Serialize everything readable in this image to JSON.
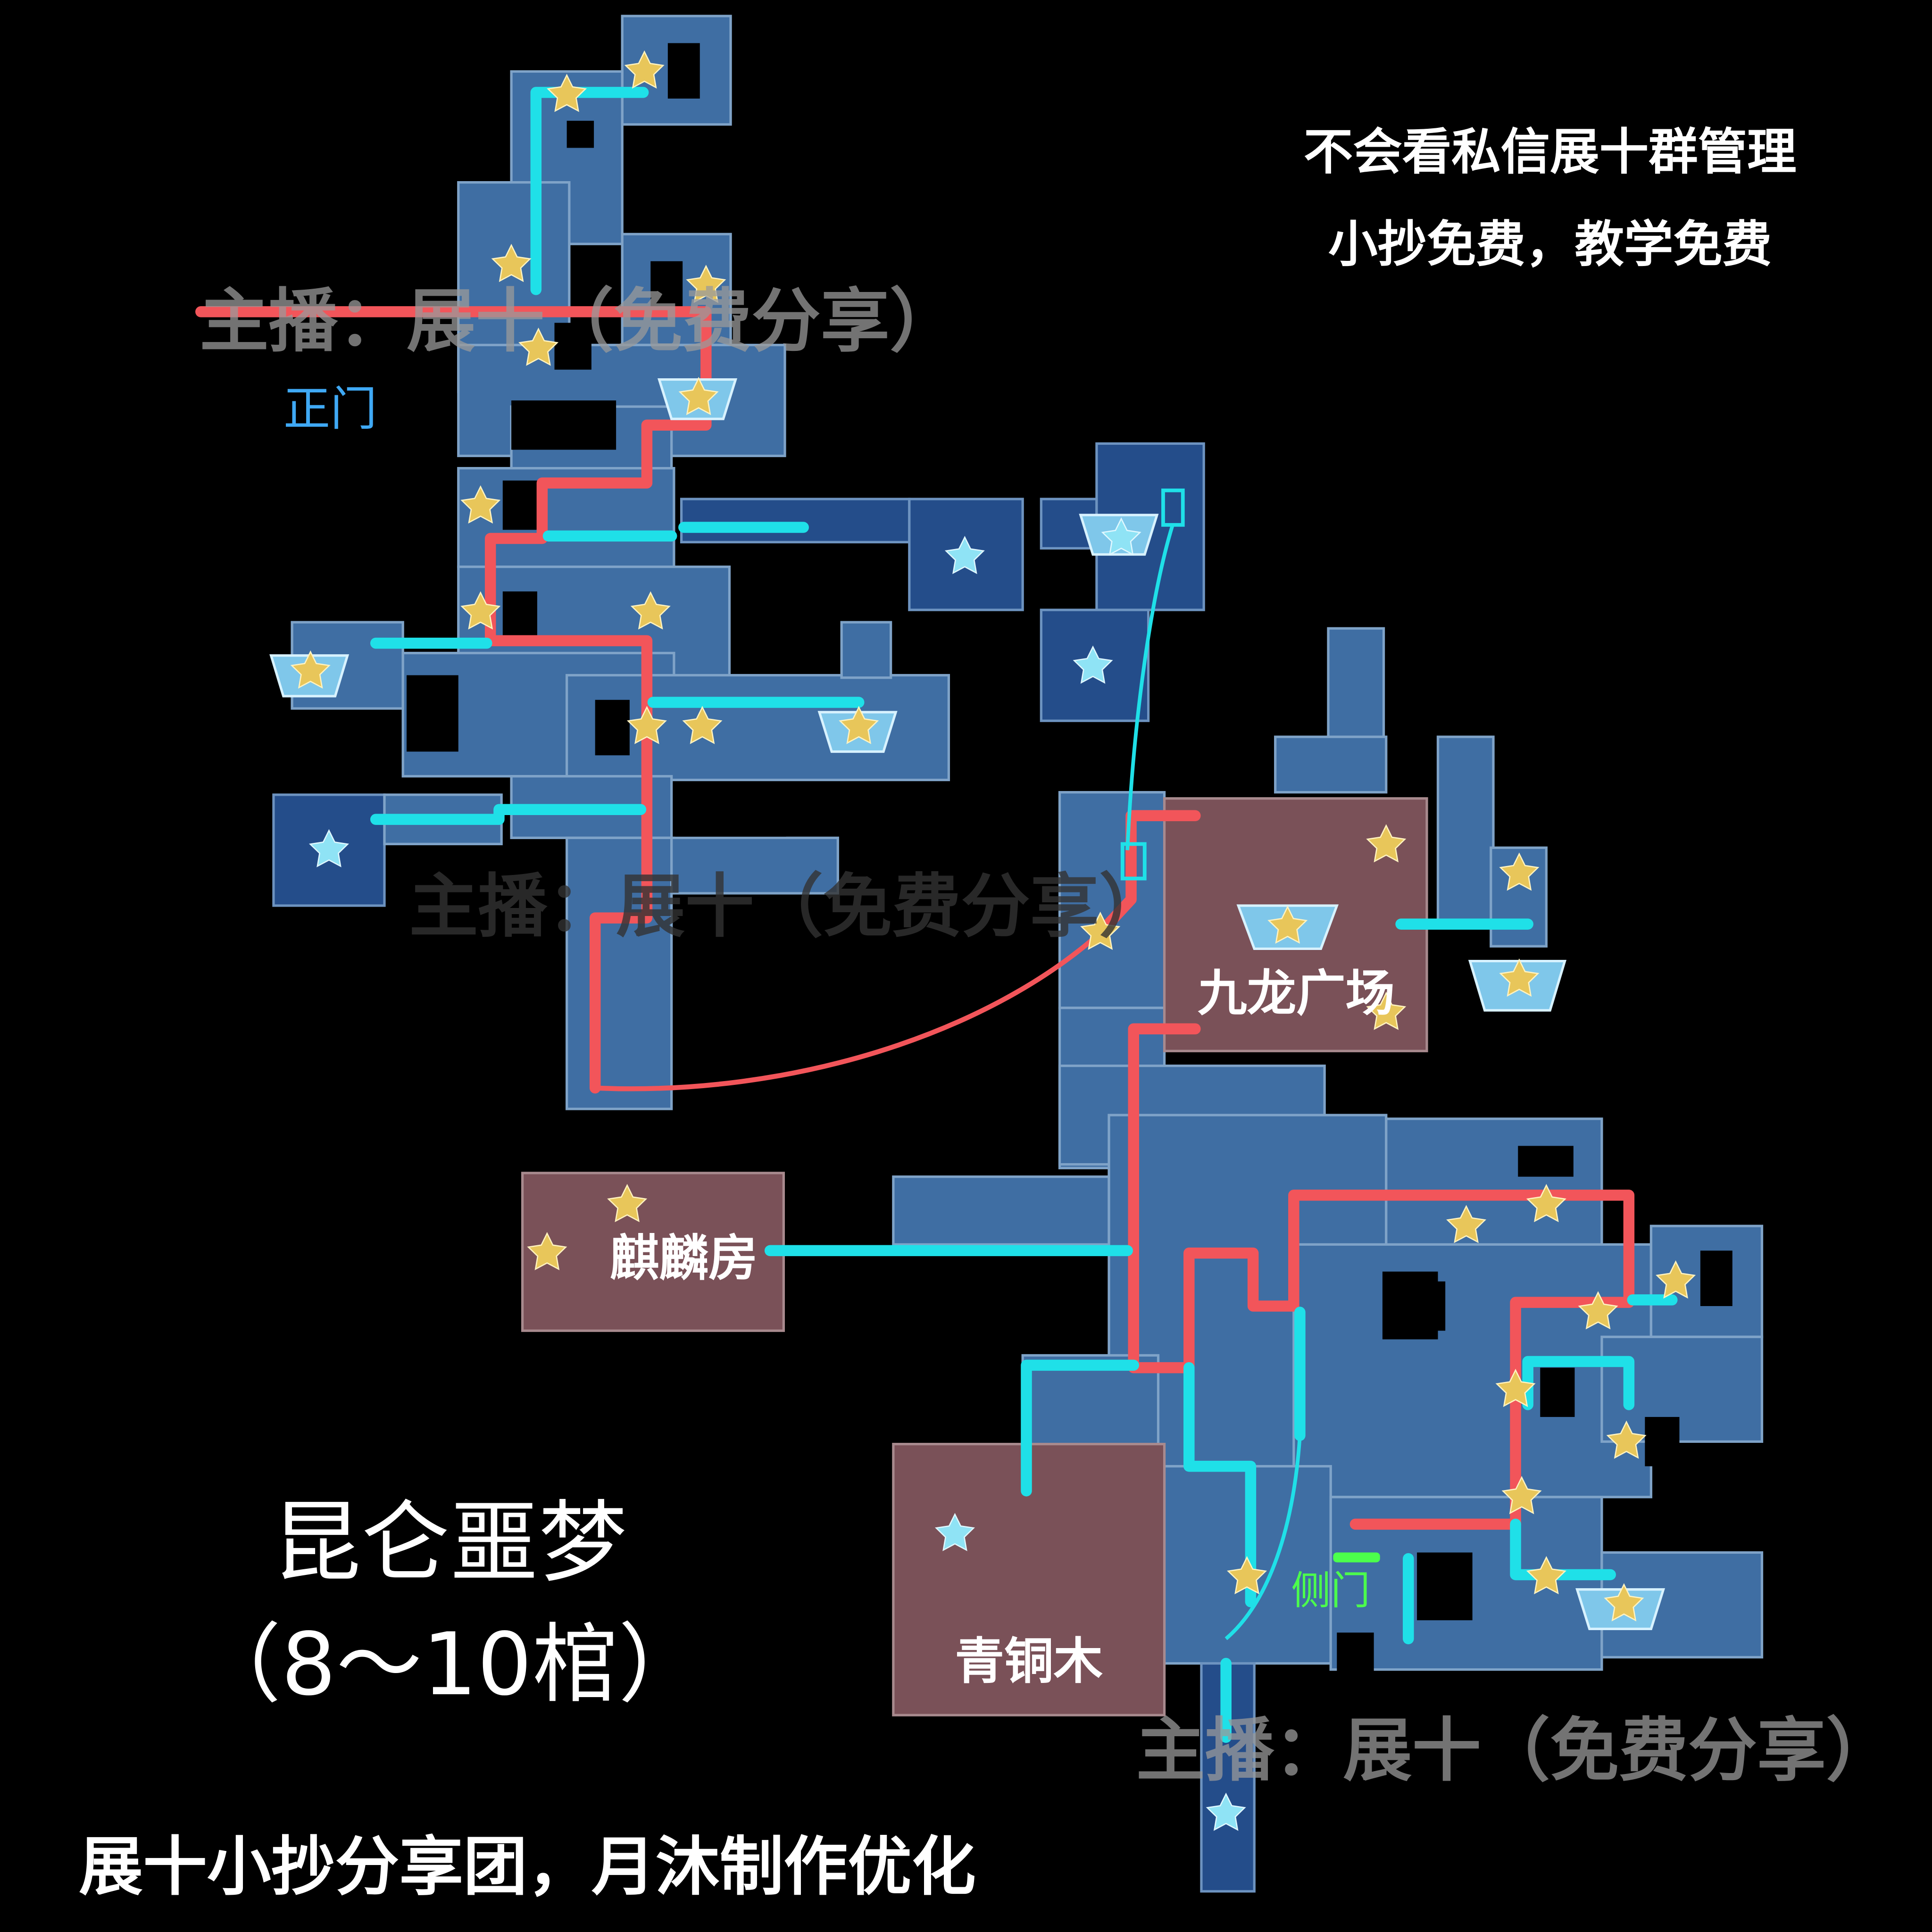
{
  "title": "昆仑噩梦",
  "subtitle": "（8～10棺）",
  "credit": "展十小抄分享团，月沐制作优化",
  "notice_line1": "不会看私信展十群管理",
  "notice_line2": "小抄免费，教学免费",
  "watermark": "主播：展十（免费分享）",
  "locations": {
    "main_gate": "正门",
    "side_gate": "侧门",
    "nine_dragon_square": "九龙广场",
    "qilin_room": "麒麟房",
    "bronze_tree": "青铜木"
  },
  "colors": {
    "red_route": "#f2555a",
    "cyan_route": "#1fe0e8",
    "gold_star": "#e8c65a",
    "blue_star": "#8fe3f5",
    "main_gate_label": "#3fa9f5",
    "side_gate_label": "#4cff4c"
  },
  "icons": [
    "gold-star-icon",
    "blue-star-icon",
    "coffin-icon"
  ]
}
